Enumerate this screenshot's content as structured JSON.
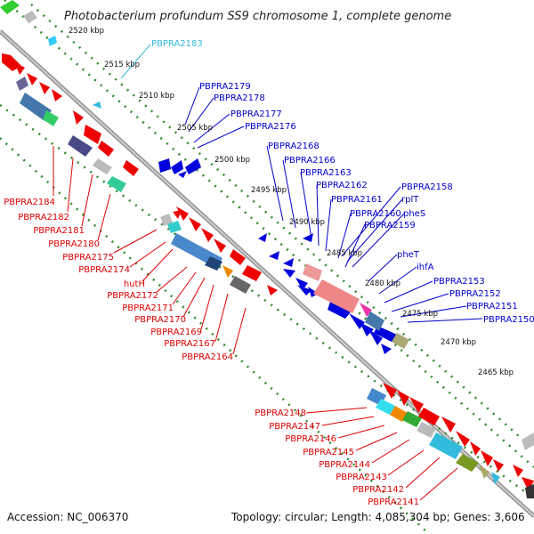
{
  "title": "Photobacterium profundum SS9 chromosome 1, complete genome",
  "footer": {
    "accession": "Accession: NC_006370",
    "summary": "Topology: circular; Length: 4,085,304 bp; Genes: 3,606"
  },
  "kbp_ticks": [
    "2520 kbp",
    "2515 kbp",
    "2510 kbp",
    "2505 kbp",
    "2500 kbp",
    "2495 kbp",
    "2490 kbp",
    "2485 kbp",
    "2480 kbp",
    "2475 kbp",
    "2470 kbp",
    "2465 kbp"
  ],
  "genes_upper": [
    "PBPRA2183",
    "PBPRA2179",
    "PBPRA2178",
    "PBPRA2177",
    "PBPRA2176",
    "PBPRA2168",
    "PBPRA2166",
    "PBPRA2163",
    "PBPRA2162",
    "PBPRA2161",
    "PBPRA2158",
    "rplT",
    "PBPRA2160",
    "pheS",
    "PBPRA2159",
    "pheT",
    "ihfA",
    "PBPRA2153",
    "PBPRA2152",
    "PBPRA2151",
    "PBPRA2150"
  ],
  "genes_lower": [
    "PBPRA2184",
    "PBPRA2182",
    "PBPRA2181",
    "PBPRA2180",
    "PBPRA2175",
    "PBPRA2174",
    "hutH",
    "PBPRA2172",
    "PBPRA2171",
    "PBPRA2170",
    "PBPRA2169",
    "PBPRA2167",
    "PBPRA2164",
    "PBPRA2148",
    "PBPRA2147",
    "PBPRA2146",
    "PBPRA2145",
    "PBPRA2144",
    "PBPRA2143",
    "PBPRA2142",
    "PBPRA2141"
  ],
  "colors": {
    "forward": "#0000cc",
    "reverse": "#dd0000",
    "highlight": "#33bbdd"
  }
}
